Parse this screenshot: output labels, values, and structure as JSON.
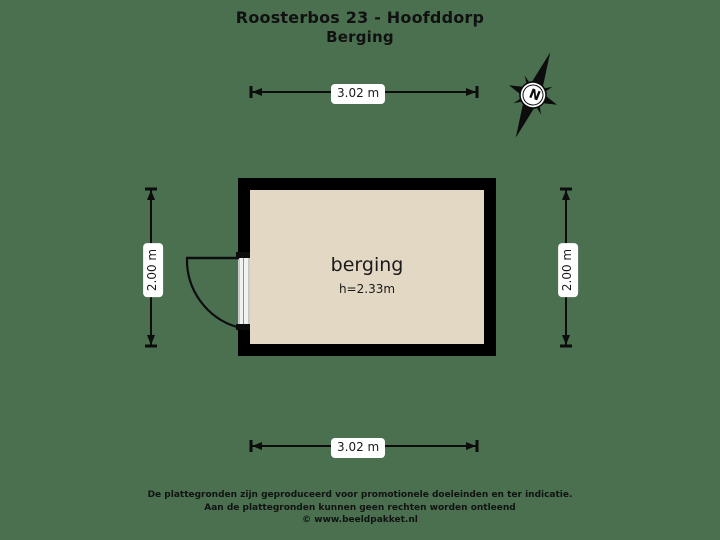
{
  "page": {
    "background_color": "#4a7050",
    "wall_color": "#000000",
    "room_fill_color": "#e2d8c3",
    "label_bg_color": "#ffffff",
    "text_color": "#1a1a1a"
  },
  "header": {
    "title": "Roosterbos 23 - Hoofddorp",
    "subtitle": "Berging"
  },
  "compass": {
    "label": "N",
    "name": "compass-rose"
  },
  "rooms": [
    {
      "name": "berging",
      "height_label": "h=2.33m"
    }
  ],
  "dimensions": {
    "top": "3.02 m",
    "bottom": "3.02 m",
    "left": "2.00 m",
    "right": "2.00 m"
  },
  "footer": {
    "line1": "De plattegronden zijn geproduceerd voor promotionele doeleinden en ter indicatie.",
    "line2": "Aan de plattegronden kunnen geen rechten worden ontleend",
    "line3": "© www.beeldpakket.nl"
  }
}
